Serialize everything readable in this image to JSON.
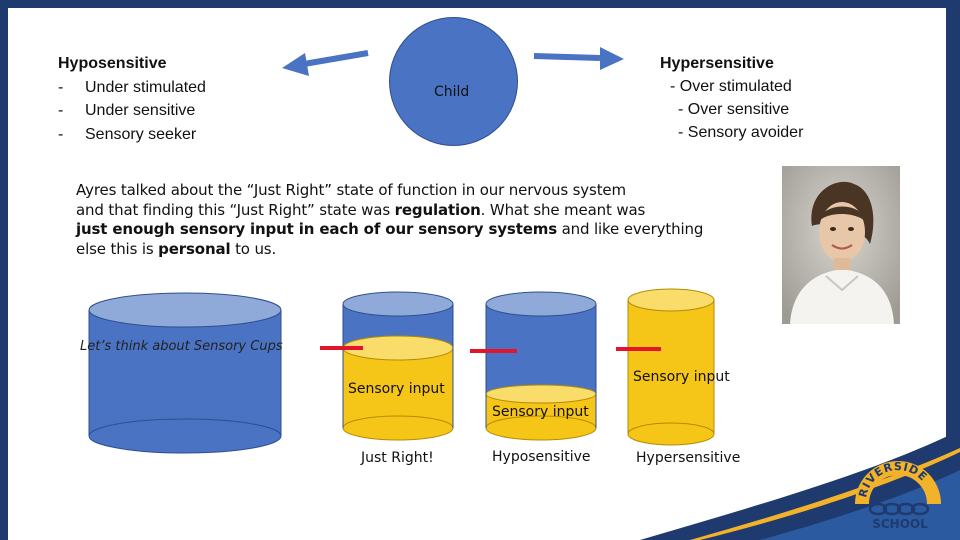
{
  "hypo": {
    "title": "Hyposensitive",
    "items": [
      {
        "bullet": "-",
        "text": "Under stimulated"
      },
      {
        "bullet": "-",
        "text": "Under sensitive"
      },
      {
        "bullet": "-",
        "text": "Sensory seeker"
      }
    ]
  },
  "hyper": {
    "title": "Hypersensitive",
    "items": [
      "- Over stimulated",
      "- Over sensitive",
      "- Sensory avoider"
    ]
  },
  "center": {
    "label": "Child"
  },
  "paragraph": {
    "l1": "Ayres talked about the “Just Right” state of function in our nervous system",
    "l2a": "and that finding this “Just Right” state was ",
    "l2b": "regulation",
    "l2c": ". What she meant was",
    "l3a": "just enough sensory input in each of our sensory systems",
    "l3b": " and like everything",
    "l4a": "else this is ",
    "l4b": "personal",
    "l4c": " to us."
  },
  "cups": {
    "caption": "Let’s think about Sensory Cups",
    "just_right_fill": "Sensory input",
    "hypo_fill": "Sensory input",
    "hyper_fill": "Sensory input",
    "just_right_label": "Just Right!",
    "hypo_label": "Hyposensitive",
    "hyper_label": "Hypersensitive"
  },
  "logo": {
    "line1": "RIVERSIDE",
    "line2": "SCHOOL"
  },
  "colors": {
    "cup_blue": "#4a73c4",
    "cup_yellow": "#f5c518",
    "marker_red": "#e3142b",
    "navy": "#1f3a6e"
  }
}
